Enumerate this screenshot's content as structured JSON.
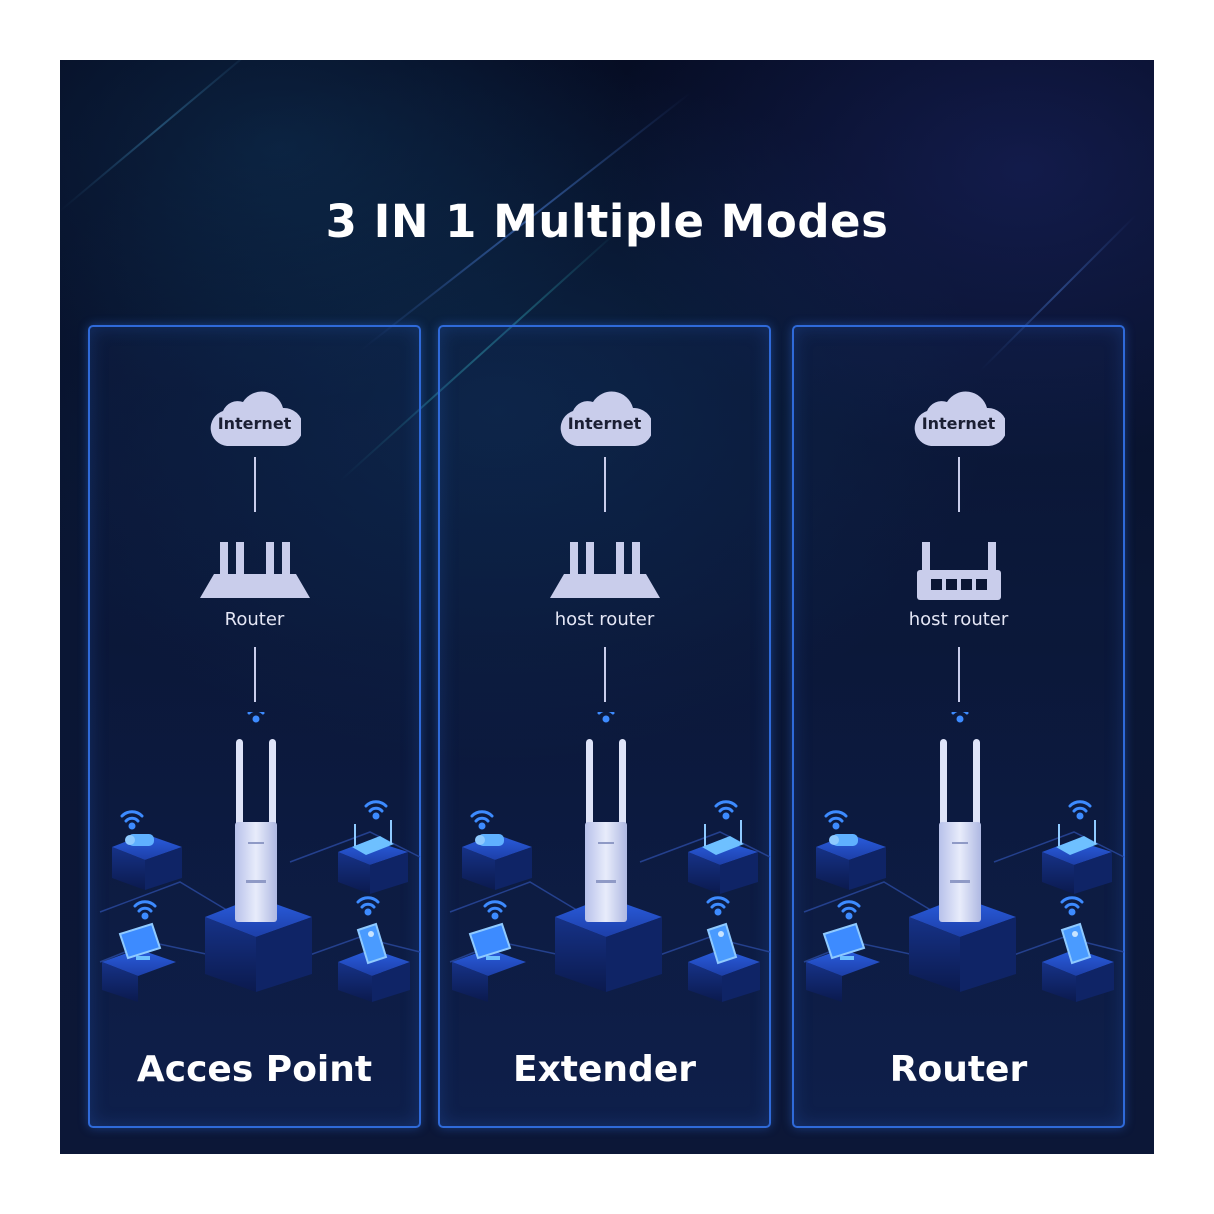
{
  "title": "3 IN 1 Multiple Modes",
  "colors": {
    "background": "#0a1634",
    "panel_border": "#2f6ad9",
    "icon_fill": "#c9cdeb",
    "wifi_blue": "#3d8bff",
    "title_text": "#ffffff"
  },
  "panels": [
    {
      "cloud_label": "Internet",
      "router_label": "Router",
      "router_icon": "tri-antenna-router-icon",
      "device": "outdoor-access-point",
      "clients": [
        "security-camera",
        "router",
        "monitor",
        "smartphone"
      ],
      "mode_label": "Acces Point"
    },
    {
      "cloud_label": "Internet",
      "router_label": "host router",
      "router_icon": "tri-antenna-router-icon",
      "device": "outdoor-access-point",
      "clients": [
        "security-camera",
        "router",
        "monitor",
        "smartphone"
      ],
      "mode_label": "Extender"
    },
    {
      "cloud_label": "Internet",
      "router_label": "host router",
      "router_icon": "modem-router-icon",
      "device": "outdoor-access-point",
      "clients": [
        "security-camera",
        "router",
        "monitor",
        "smartphone"
      ],
      "mode_label": "Router"
    }
  ]
}
